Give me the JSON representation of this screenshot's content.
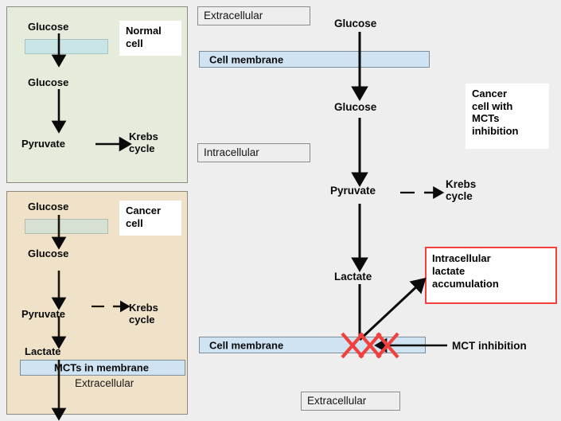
{
  "diagram": {
    "title": "MCT inhibition in cancer cell metabolism",
    "colors": {
      "background": "#eeeeee",
      "normal_panel_bg": "#e6ecdc",
      "cancer_panel_bg": "#efe2c8",
      "membrane_blue": "#cfe3f3",
      "membrane_teal": "#c9e4e4",
      "accent_red": "#f2403c",
      "arrow_black": "#000000"
    }
  },
  "panel_normal": {
    "title": "Normal\ncell",
    "glucose_out": "Glucose",
    "membrane_label": "",
    "glucose_in": "Glucose",
    "pyruvate": "Pyruvate",
    "krebs": "Krebs\ncycle"
  },
  "panel_cancer": {
    "title": "Cancer\ncell",
    "glucose_out": "Glucose",
    "glucose_in": "Glucose",
    "pyruvate": "Pyruvate",
    "krebs": "Krebs\ncycle",
    "lactate": "Lactate",
    "mct_bar_label": "MCTs in membrane",
    "extracellular": "Extracellular"
  },
  "panel_main": {
    "title": "Cancer\ncell with\nMCTs\ninhibition",
    "extracellular_top": "Extracellular",
    "membrane_top_label": "Cell membrane",
    "glucose_out": "Glucose",
    "glucose_in": "Glucose",
    "intracellular": "Intracellular",
    "pyruvate": "Pyruvate",
    "krebs": "Krebs\ncycle",
    "lactate": "Lactate",
    "membrane_bottom_label": "Cell membrane",
    "lactate_accumulation": "Intracellular\nlactate\naccumulation",
    "mct_inhibition": "MCT inhibition",
    "extracellular_bottom": "Extracellular",
    "inhibition_marks": "XXX"
  }
}
